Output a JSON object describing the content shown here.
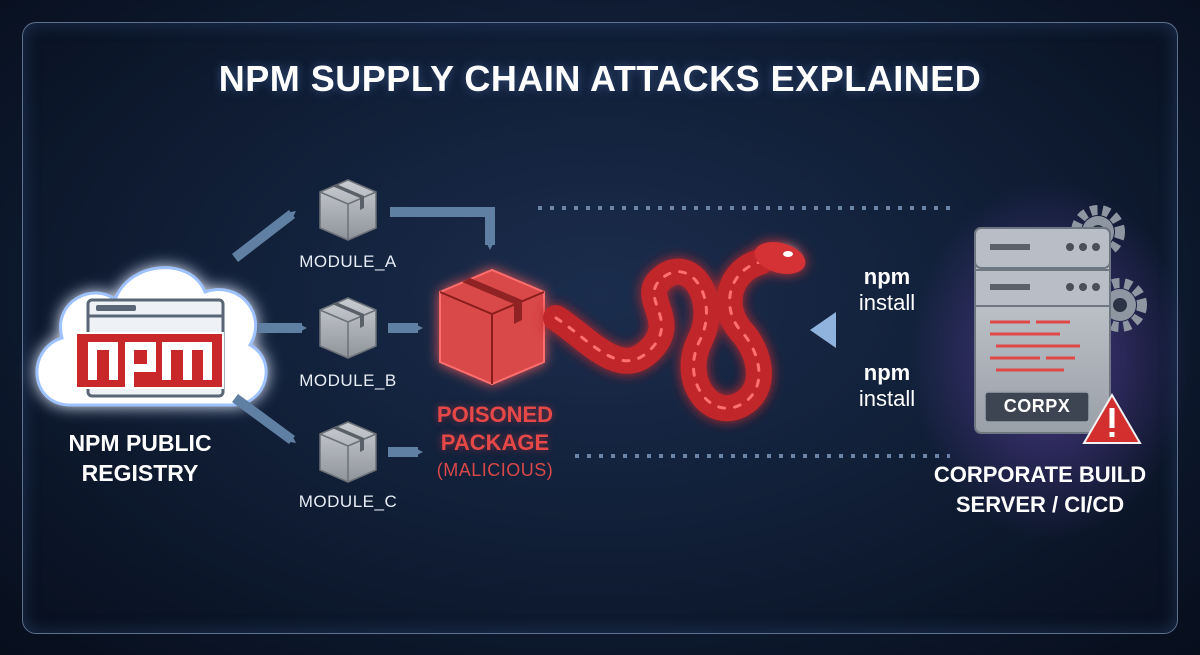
{
  "title": "NPM SUPPLY CHAIN ATTACKS EXPLAINED",
  "registry": {
    "logo_text": "npm",
    "label": "NPM PUBLIC REGISTRY"
  },
  "modules": [
    {
      "label": "MODULE_A"
    },
    {
      "label": "MODULE_B"
    },
    {
      "label": "MODULE_C"
    }
  ],
  "poisoned": {
    "label": "POISONED PACKAGE",
    "sublabel": "(MALICIOUS)"
  },
  "install_commands": [
    {
      "cmd": "npm",
      "arg": "install"
    },
    {
      "cmd": "npm",
      "arg": "install"
    }
  ],
  "server": {
    "badge": "CORPX",
    "label": "CORPORATE BUILD SERVER / CI/CD"
  },
  "colors": {
    "arrow": "#5f7fa3",
    "danger": "#e03a3a",
    "npm_red": "#c8282a",
    "frame": "#a0bee6"
  },
  "icons": [
    "cloud-icon",
    "box-icon",
    "serpent-icon",
    "server-icon",
    "gear-icon",
    "warning-icon"
  ]
}
